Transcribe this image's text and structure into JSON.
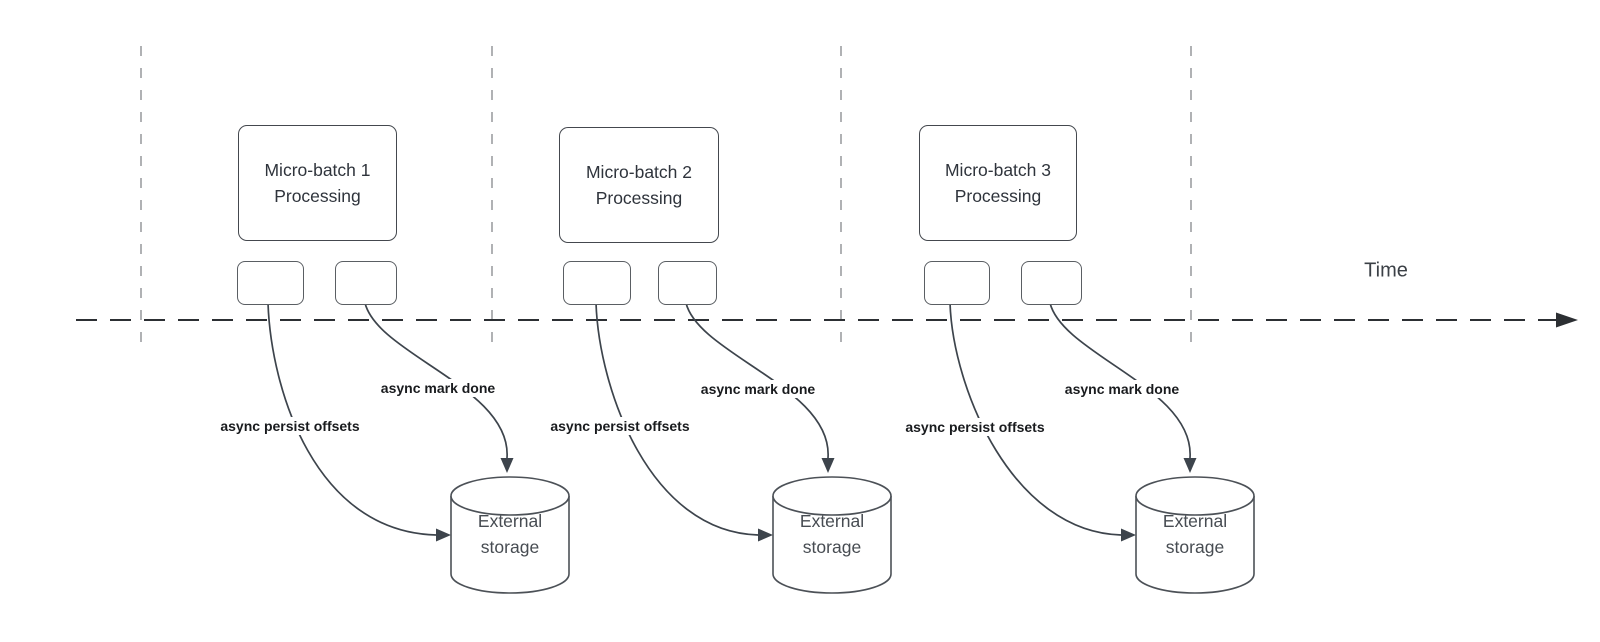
{
  "diagram": {
    "time_label": "Time",
    "colors": {
      "axis_stroke": "#2c2f33",
      "divider_stroke": "#9c9ea1",
      "shape_stroke": "#4a4e54",
      "curve_stroke": "#3d444c"
    },
    "batches": [
      {
        "box_line1": "Micro-batch 1",
        "box_line2": "Processing",
        "persist_label": "async persist offsets",
        "mark_label": "async mark done",
        "storage_line1": "External",
        "storage_line2": "storage"
      },
      {
        "box_line1": "Micro-batch 2",
        "box_line2": "Processing",
        "persist_label": "async persist offsets",
        "mark_label": "async mark done",
        "storage_line1": "External",
        "storage_line2": "storage"
      },
      {
        "box_line1": "Micro-batch 3",
        "box_line2": "Processing",
        "persist_label": "async persist offsets",
        "mark_label": "async mark done",
        "storage_line1": "External",
        "storage_line2": "storage"
      }
    ]
  }
}
